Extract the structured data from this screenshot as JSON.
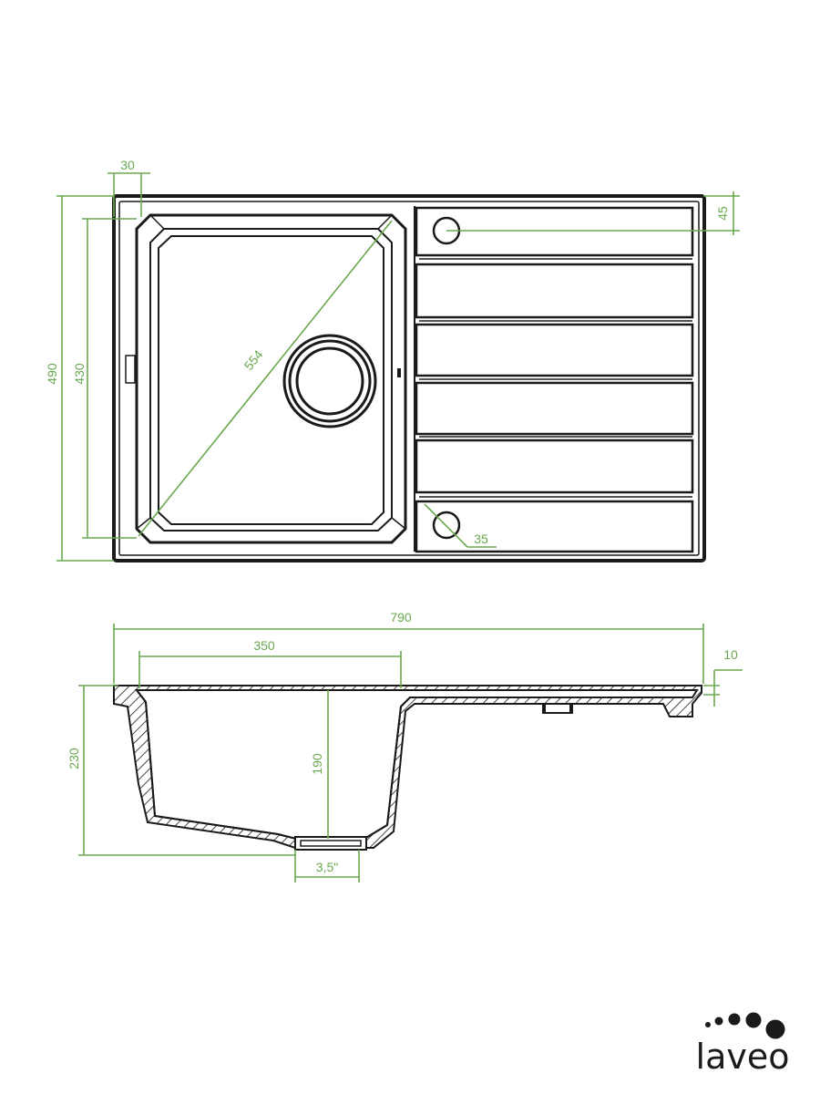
{
  "colors": {
    "dimension": "#6aa84f",
    "outline": "#1a1a1a",
    "background": "#ffffff"
  },
  "top_view": {
    "dimensions": {
      "flange_width": "30",
      "total_depth": "490",
      "bowl_depth": "430",
      "bowl_diagonal": "554",
      "tap_hole_offset": "45",
      "tap_hole_diameter": "35"
    }
  },
  "side_view": {
    "dimensions": {
      "total_length": "790",
      "bowl_width": "350",
      "rim_thickness": "10",
      "total_height": "230",
      "bowl_height": "190",
      "waste_size": "3,5\""
    }
  },
  "logo": {
    "text": "laveo"
  }
}
